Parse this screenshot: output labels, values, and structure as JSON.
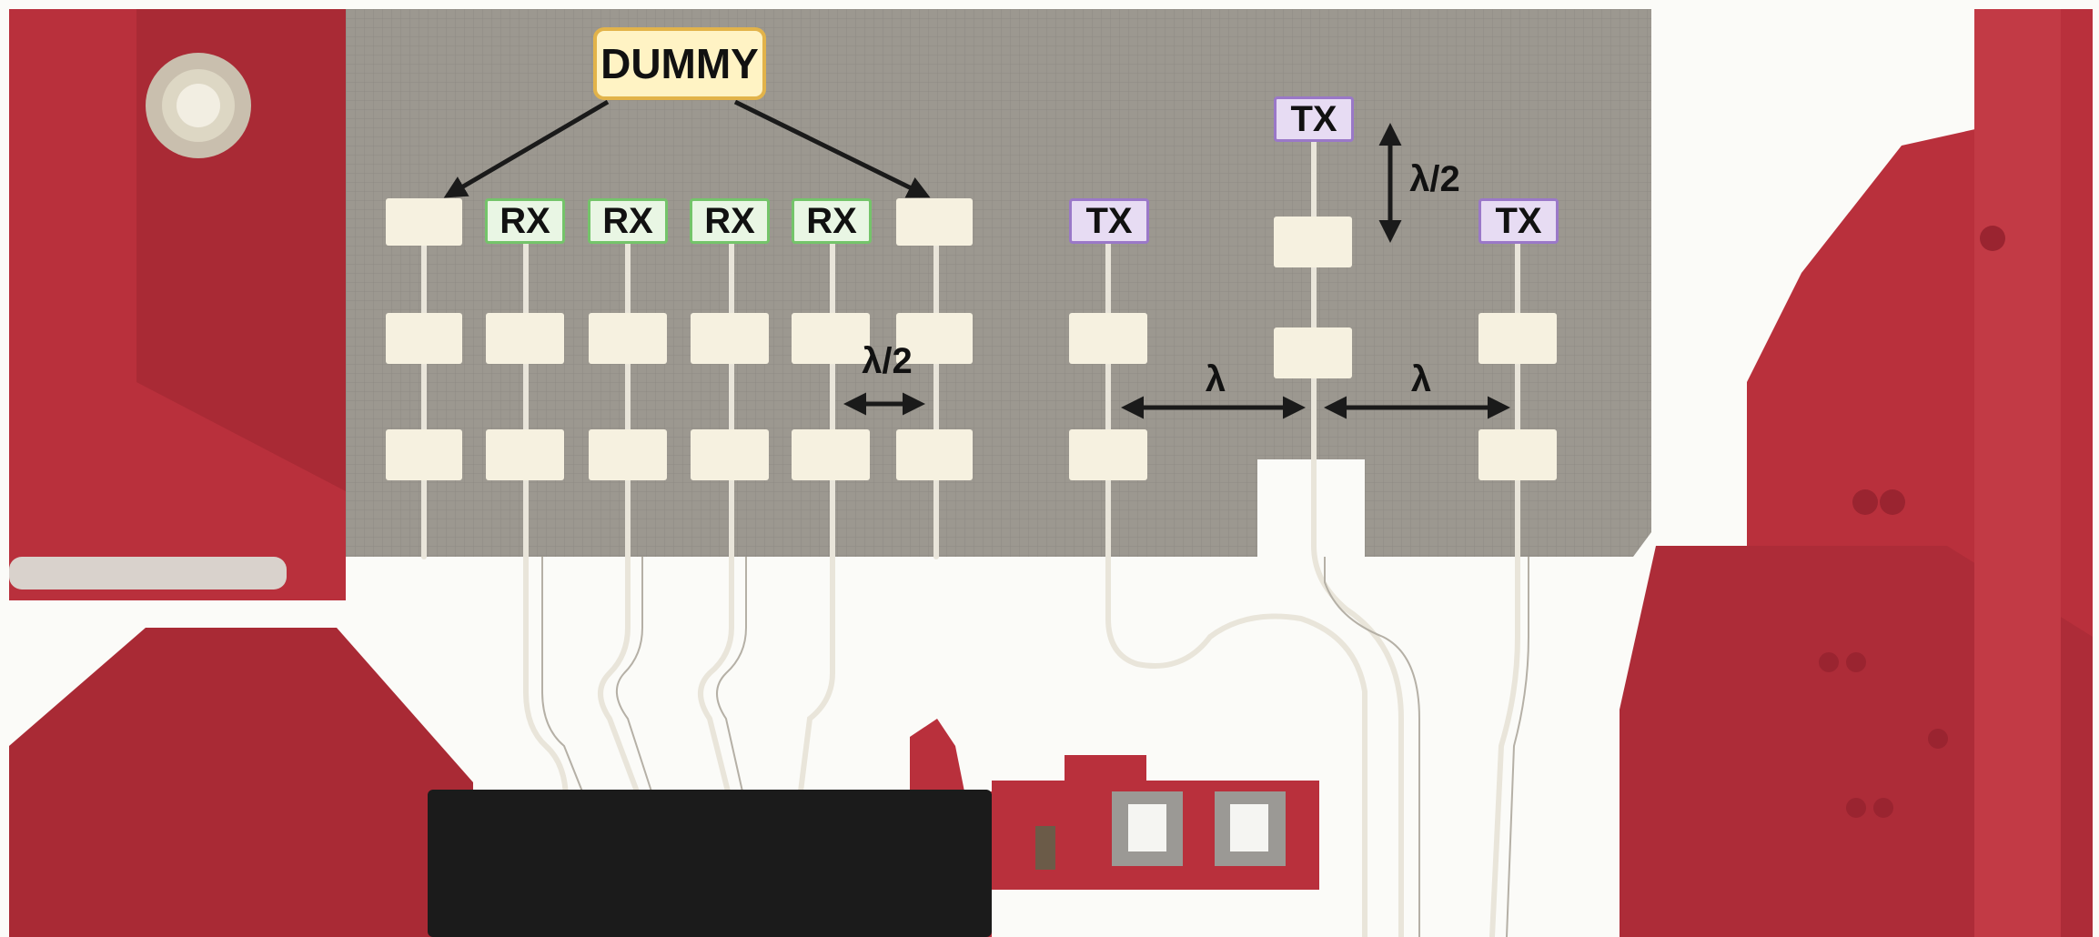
{
  "labels": {
    "dummy": "DUMMY",
    "rx": [
      "RX",
      "RX",
      "RX",
      "RX"
    ],
    "tx": [
      "TX",
      "TX",
      "TX"
    ],
    "half_wavelength": "λ/2",
    "wavelength": "λ"
  },
  "colors": {
    "pcb_red": "#b9303c",
    "substrate_gray": "#9c9890",
    "patch_white": "#f6f1e0",
    "rx_border": "#74c46a",
    "tx_border": "#9a78c8",
    "dummy_border": "#e2b34a",
    "chip_black": "#1b1b1b"
  }
}
